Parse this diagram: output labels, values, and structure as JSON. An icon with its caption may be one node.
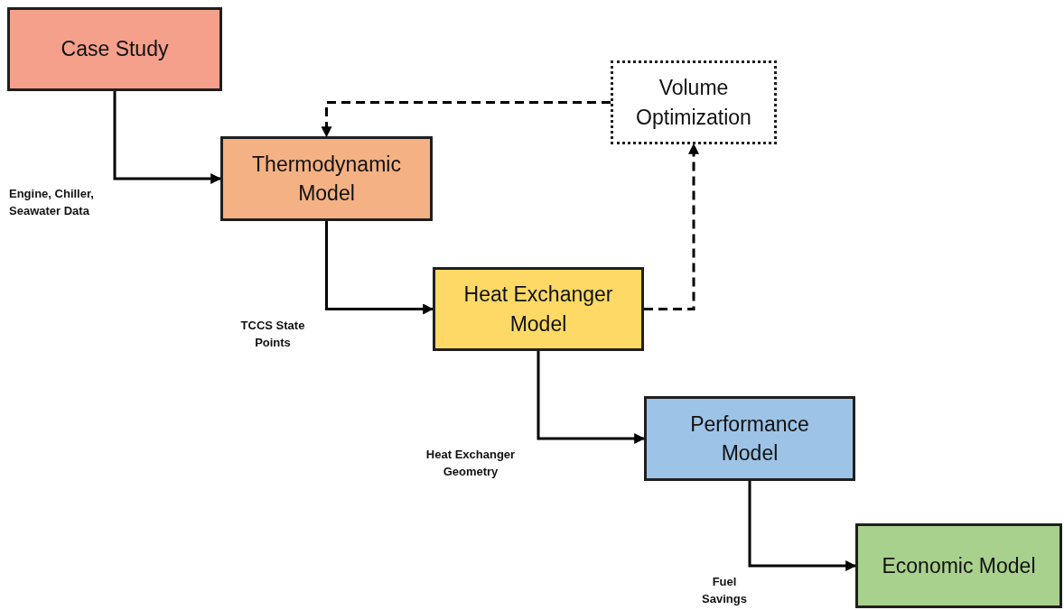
{
  "diagram": {
    "nodes": [
      {
        "text": [
          "Case Study"
        ]
      },
      {
        "text": [
          "Thermodynamic Model"
        ]
      },
      {
        "text": [
          "Volume Optimization"
        ]
      },
      {
        "text": [
          "Heat Exchanger Model"
        ]
      },
      {
        "text": [
          "Performance Model"
        ]
      },
      {
        "text": [
          "Economic Model"
        ]
      }
    ],
    "edges": [
      {
        "from": 0,
        "to": 1,
        "arrow": "to",
        "label": "Engine, Chiller, Seawater Data"
      },
      {
        "from": 1,
        "to": 3,
        "arrow": "to",
        "label": "TCCS State Points"
      },
      {
        "from": 3,
        "to": 4,
        "arrow": "to",
        "label": "Heat Exchanger Geometry"
      },
      {
        "from": 4,
        "to": 5,
        "arrow": "to",
        "label": "Fuel Savings"
      },
      {
        "from": 3,
        "to": 2,
        "arrow": "to",
        "style": "dashed"
      },
      {
        "from": 2,
        "to": 1,
        "arrow": "to",
        "style": "dashed"
      }
    ]
  }
}
